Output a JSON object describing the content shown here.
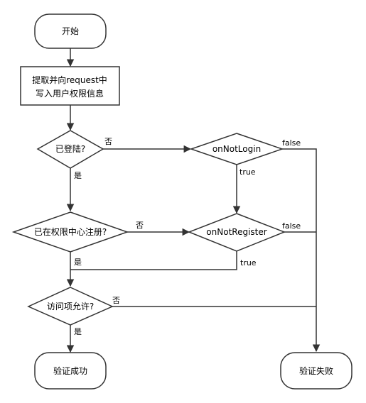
{
  "nodes": {
    "start": "开始",
    "extract_line1": "提取并向request中",
    "extract_line2": "写入用户权限信息",
    "logged_in": "已登陆?",
    "on_not_login": "onNotLogin",
    "registered": "已在权限中心注册?",
    "on_not_register": "onNotRegister",
    "access_allowed": "访问项允许?",
    "success": "验证成功",
    "failure": "验证失败"
  },
  "edge_labels": {
    "logged_in_no": "否",
    "logged_in_yes": "是",
    "on_not_login_false": "false",
    "on_not_login_true": "true",
    "registered_no": "否",
    "registered_yes": "是",
    "on_not_register_false": "false",
    "on_not_register_true": "true",
    "access_no": "否",
    "access_yes": "是"
  },
  "colors": {
    "stroke": "#333333",
    "fill": "#ffffff"
  }
}
